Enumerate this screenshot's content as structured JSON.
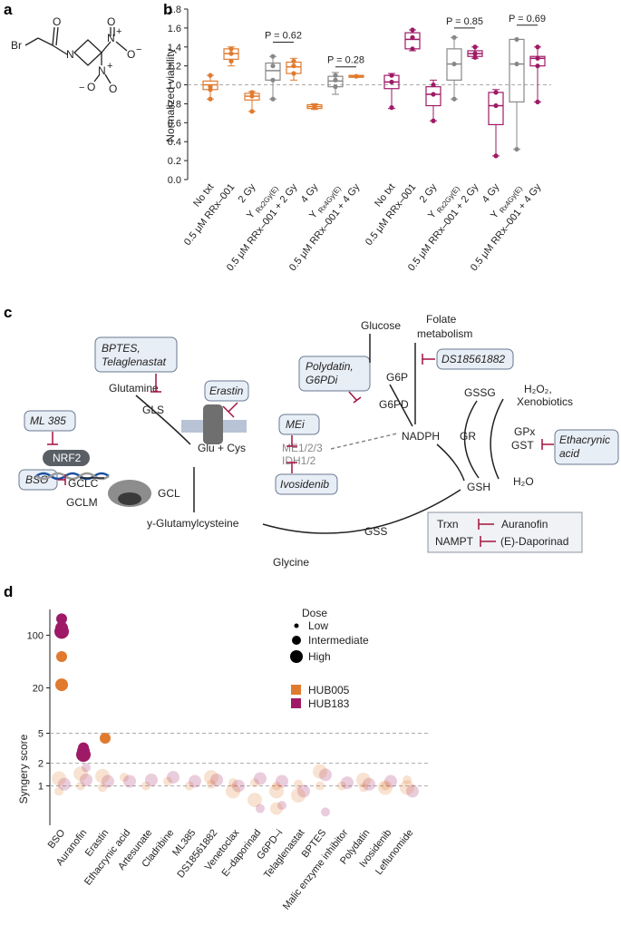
{
  "panels": {
    "a": "a",
    "b": "b",
    "c": "c",
    "d": "d"
  },
  "panel_a": {
    "atoms": {
      "br": "Br",
      "n_ring": "N",
      "o_carbonyl": "O",
      "n_nitro1": "N",
      "plus1": "+",
      "o1a": "O",
      "minus1": "−",
      "o1b": "O",
      "n_nitro2": "N",
      "plus2": "+",
      "o2a": "O",
      "minus2": "−",
      "o2b": "O"
    }
  },
  "panel_b": {
    "ylabel": "Normalized viability",
    "yticks": [
      "0.0",
      "0.2",
      "0.4",
      "0.6",
      "0.8",
      "1.0",
      "1.2",
      "1.4",
      "1.6",
      "1.8"
    ],
    "p_values": [
      "P = 0.62",
      "P = 0.28",
      "P = 0.85",
      "P = 0.69"
    ],
    "xlabels": [
      "No txt",
      "0.5 μM RRx–001",
      "2 Gy",
      "Y",
      "0.5 μM RRx–001 + 2 Gy",
      "4 Gy",
      "Y",
      "0.5 μM RRx–001 + 4 Gy"
    ],
    "sub_labels": [
      "Rx2Gy(E)",
      "Rx4Gy(E)"
    ],
    "colors": {
      "orange": "#e07a2e",
      "magenta": "#9e1a66",
      "gray": "#888888"
    }
  },
  "chart_data": {
    "type": "box",
    "ylabel": "Normalized viability",
    "ylim": [
      0.0,
      1.8
    ],
    "groups": [
      "HUB005 (orange)",
      "HUB183 (magenta)"
    ],
    "categories": [
      "No txt",
      "0.5 μM RRx–001",
      "2 Gy",
      "Y Rx2Gy(E)",
      "0.5 μM RRx–001 + 2 Gy",
      "4 Gy",
      "Y Rx4Gy(E)",
      "0.5 μM RRx–001 + 4 Gy"
    ],
    "series": [
      {
        "values": [
          {
            "q1": 0.95,
            "median": 1.0,
            "q3": 1.04,
            "lo": 0.85,
            "hi": 1.1,
            "points": [
              1.1,
              0.98,
              0.95,
              0.85
            ]
          },
          {
            "q1": 1.27,
            "median": 1.33,
            "q3": 1.38,
            "lo": 1.2,
            "hi": 1.4,
            "points": [
              1.38,
              1.33,
              1.25
            ]
          },
          {
            "q1": 0.84,
            "median": 0.88,
            "q3": 0.91,
            "lo": 0.72,
            "hi": 0.93,
            "points": [
              0.92,
              0.88,
              0.72
            ]
          },
          {
            "q1": 1.05,
            "median": 1.15,
            "q3": 1.23,
            "lo": 0.85,
            "hi": 1.3,
            "points": [
              1.3,
              1.2,
              1.05,
              0.85
            ]
          },
          {
            "q1": 1.12,
            "median": 1.19,
            "q3": 1.24,
            "lo": 1.05,
            "hi": 1.28,
            "points": [
              1.25,
              1.2,
              1.12
            ]
          },
          {
            "q1": 0.75,
            "median": 0.77,
            "q3": 0.79,
            "lo": 0.74,
            "hi": 0.8,
            "points": [
              0.78,
              0.76
            ]
          },
          {
            "q1": 0.98,
            "median": 1.04,
            "q3": 1.09,
            "lo": 0.9,
            "hi": 1.13,
            "points": [
              1.1,
              1.05,
              0.98
            ]
          },
          {
            "q1": 1.08,
            "median": 1.09,
            "q3": 1.1,
            "lo": 1.08,
            "hi": 1.1,
            "points": [
              1.09
            ]
          }
        ]
      },
      {
        "values": [
          {
            "q1": 0.96,
            "median": 1.03,
            "q3": 1.1,
            "lo": 0.75,
            "hi": 1.12,
            "points": [
              1.1,
              1.03,
              0.76
            ]
          },
          {
            "q1": 1.38,
            "median": 1.48,
            "q3": 1.55,
            "lo": 1.36,
            "hi": 1.58,
            "points": [
              1.58,
              1.5,
              1.38
            ]
          },
          {
            "q1": 0.78,
            "median": 0.9,
            "q3": 0.98,
            "lo": 0.62,
            "hi": 1.05,
            "points": [
              1.0,
              0.9,
              0.62
            ]
          },
          {
            "q1": 1.05,
            "median": 1.22,
            "q3": 1.38,
            "lo": 0.85,
            "hi": 1.5,
            "points": [
              1.5,
              1.22,
              0.85
            ]
          },
          {
            "q1": 1.3,
            "median": 1.33,
            "q3": 1.36,
            "lo": 1.28,
            "hi": 1.4,
            "points": [
              1.4,
              1.33,
              1.29
            ]
          },
          {
            "q1": 0.58,
            "median": 0.78,
            "q3": 0.92,
            "lo": 0.25,
            "hi": 0.95,
            "points": [
              0.92,
              0.78,
              0.25
            ]
          },
          {
            "q1": 0.82,
            "median": 1.22,
            "q3": 1.48,
            "lo": 0.32,
            "hi": 1.48,
            "points": [
              1.48,
              1.22,
              0.32
            ]
          },
          {
            "q1": 1.2,
            "median": 1.28,
            "q3": 1.3,
            "lo": 0.82,
            "hi": 1.4,
            "points": [
              1.4,
              1.28,
              1.2,
              0.82
            ]
          }
        ]
      }
    ]
  },
  "panel_c": {
    "nodes": {
      "glucose": "Glucose",
      "folate": "Folate",
      "metabolism": "metabolism",
      "glutamine": "Glutamine",
      "gls": "GLS",
      "glu_cys": "Glu + Cys",
      "nrf2": "NRF2",
      "gclc": "GCLC",
      "gclm": "GCLM",
      "gcl": "GCL",
      "gglu": "y-Glutamylcysteine",
      "glycine": "Glycine",
      "gss": "GSS",
      "g6p": "G6P",
      "g6pd": "G6PD",
      "nadph": "NADPH",
      "me": "ME1/2/3",
      "idh": "IDH1/2",
      "gssg": "GSSG",
      "gsh": "GSH",
      "gr": "GR",
      "h2o2": "H₂O₂,",
      "xeno": "Xenobiotics",
      "gpx": "GPx",
      "gst": "GST",
      "h2o": "H₂O"
    },
    "drugs": {
      "bptes": "BPTES,",
      "telaglenastat": "Telaglenastat",
      "erastin": "Erastin",
      "ml385": "ML 385",
      "bso": "BSO",
      "mei": "MEi",
      "ivosidenib": "Ivosidenib",
      "polydatin": "Polydatin,",
      "g6pdi": "G6PDi",
      "ds": "DS18561882",
      "ethacrynic": "Ethacrynic",
      "acid": "acid"
    },
    "inset": {
      "trxn": "Trxn",
      "auranofin": "Auranofin",
      "nampt": "NAMPT",
      "daporinad": "(E)-Daporinad"
    }
  },
  "panel_d": {
    "ylabel": "Syngery score",
    "yticks": [
      "1",
      "2",
      "5",
      "20",
      "100"
    ],
    "legend_title": "Dose",
    "dose_labels": [
      "Low",
      "Intermediate",
      "High"
    ],
    "lines": [
      "HUB005",
      "HUB183"
    ],
    "line_colors": [
      "#e07a2e",
      "#9e1a66"
    ],
    "drugs": [
      "BSO",
      "Auranofin",
      "Erastin",
      "Ethacrynic acid",
      "Artesunate",
      "Cladribine",
      "ML385",
      "DS18561882",
      "Venetoclax",
      "E–daporinad",
      "G6PD–i",
      "Telaglenastat",
      "BPTES",
      "Malic enzyme inhibitor",
      "Polydatin",
      "Ivosidenib",
      "Leflunomide"
    ],
    "highlighted": {
      "BSO": {
        "HUB005": [
          52,
          22
        ],
        "HUB183": [
          165,
          125,
          112
        ]
      },
      "Auranofin": {
        "HUB183": [
          3.2,
          2.9,
          2.6
        ]
      },
      "Erastin": {
        "HUB005": [
          4.3
        ]
      }
    },
    "faded": [
      [
        0.85,
        1.05,
        1.25
      ],
      [
        1.0,
        1.2,
        1.45,
        1.75
      ],
      [
        0.95,
        1.15,
        1.35
      ],
      [
        1.3,
        1.15
      ],
      [
        1.0,
        1.2
      ],
      [
        1.15,
        1.3
      ],
      [
        1.0,
        1.15
      ],
      [
        1.05,
        1.2,
        1.3
      ],
      [
        1.1,
        1.0,
        0.85
      ],
      [
        1.1,
        1.25,
        0.65,
        0.5
      ],
      [
        1.0,
        1.15,
        0.85,
        0.55,
        0.5
      ],
      [
        1.05,
        0.85,
        0.75
      ],
      [
        1.0,
        1.4,
        1.55,
        0.45
      ],
      [
        1.0,
        1.1
      ],
      [
        0.95,
        1.05,
        1.2
      ],
      [
        1.0,
        1.15,
        0.95
      ],
      [
        1.2,
        0.85,
        0.95
      ]
    ]
  }
}
